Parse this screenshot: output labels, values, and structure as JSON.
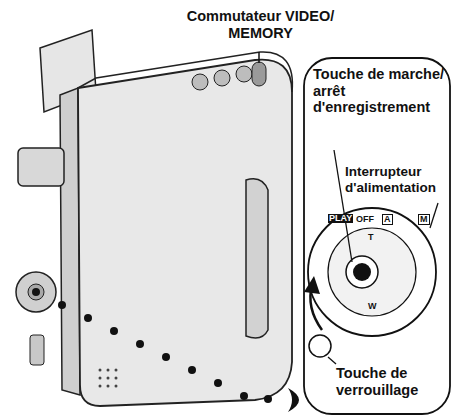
{
  "diagram": {
    "labels": [
      "Commutateur VIDEO/ MEMORY",
      "Touche de marche/ arrêt d'enregistrement",
      "Interrupteur d'alimentation",
      "Touche de verrouillage",
      "PLAY",
      "OFF",
      "A",
      "M",
      "T",
      "W"
    ]
  }
}
